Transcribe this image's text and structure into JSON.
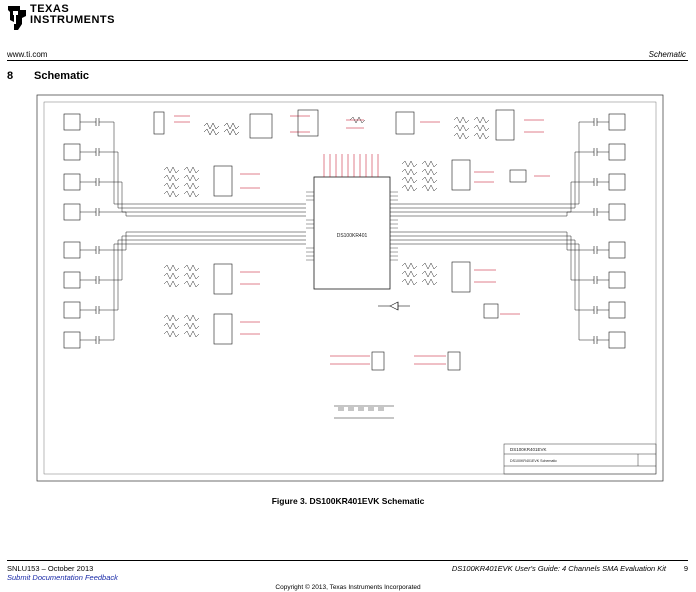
{
  "header": {
    "brand_line1": "TEXAS",
    "brand_line2": "INSTRUMENTS",
    "url": "www.ti.com",
    "section_name": "Schematic"
  },
  "section": {
    "number": "8",
    "title": "Schematic"
  },
  "figure": {
    "caption": "Figure 3. DS100KR401EVK Schematic",
    "device_label": "DS100KR401",
    "title_block_name": "DS100KR401EVK",
    "title_block_sub": "DS100KR401EVK Schematic"
  },
  "footer": {
    "doc_id": "SNLU153 – October 2013",
    "feedback_link": "Submit Documentation Feedback",
    "doc_title": "DS100KR401EVK User's Guide: 4 Channels SMA Evaluation Kit",
    "page_number": "9",
    "copyright": "Copyright © 2013, Texas Instruments Incorporated"
  },
  "colors": {
    "wire": "#1a1a1a",
    "net_label": "#c0001a",
    "part": "#1a1a1a",
    "link": "#1a2ba8"
  }
}
